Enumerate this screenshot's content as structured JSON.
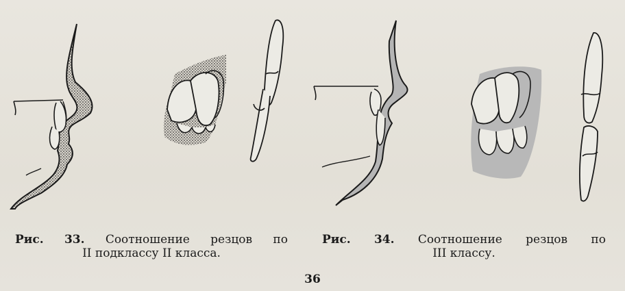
{
  "figures": [
    {
      "label": "Рис.",
      "number": "33.",
      "line1_words": [
        "Соотношение",
        "резцов",
        "по"
      ],
      "line2": "II подклассу II класса."
    },
    {
      "label": "Рис.",
      "number": "34.",
      "line1_words": [
        "Соотношение",
        "резцов",
        "по"
      ],
      "line2": "III классу."
    }
  ],
  "page_number": "36",
  "colors": {
    "paper": "#e7e4dc",
    "ink": "#1a1a1a",
    "stipple_fill": "#8c8c8c",
    "gray_fill": "#b3b3b3"
  }
}
